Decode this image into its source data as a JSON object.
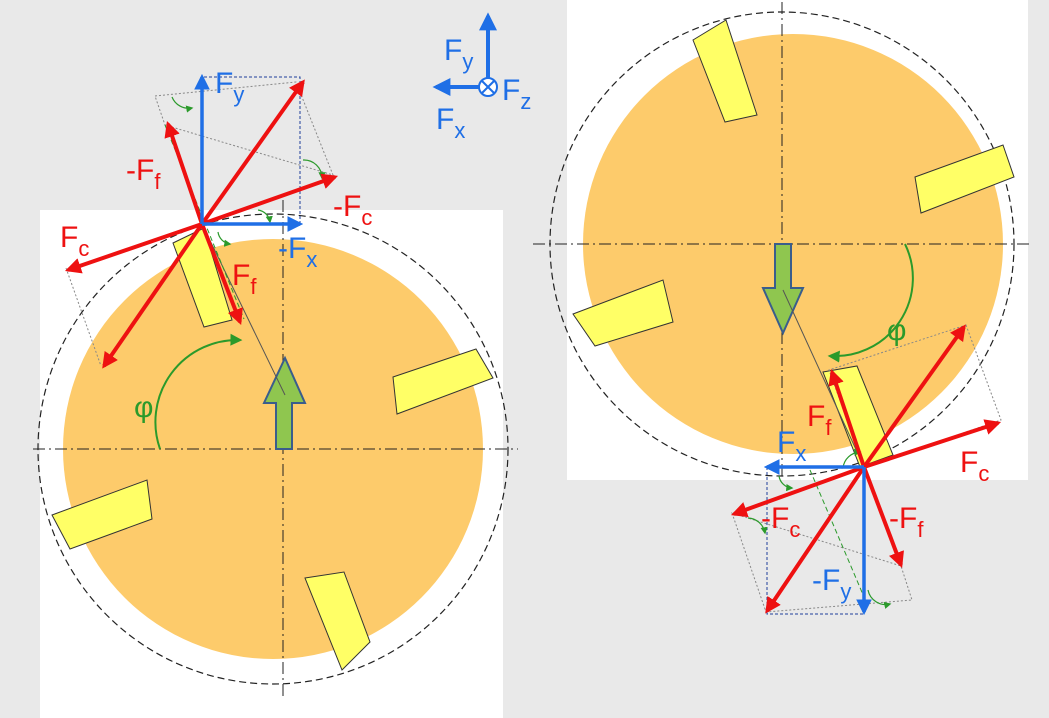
{
  "colors": {
    "background": "#e9e9e9",
    "panel": "#ffffff",
    "workpiece": "#fdcb6b",
    "insert": "#ffff66",
    "force_red": "#ee1111",
    "axis_blue": "#1f6fe6",
    "angle_green": "#2b9a2b",
    "feed_arrow": "#8fc64f"
  },
  "left_panel": {
    "vector_labels": {
      "fy": {
        "main": "F",
        "sub": "y"
      },
      "neg_ff": {
        "main": "-F",
        "sub": "f"
      },
      "neg_fc": {
        "main": "-F",
        "sub": "c"
      },
      "fc": {
        "main": "F",
        "sub": "c"
      },
      "neg_fx": {
        "main": "-F",
        "sub": "x"
      },
      "ff": {
        "main": "F",
        "sub": "f"
      }
    },
    "angle_symbol": "φ"
  },
  "right_panel": {
    "vector_labels": {
      "ff": {
        "main": "F",
        "sub": "f"
      },
      "fx": {
        "main": "F",
        "sub": "x"
      },
      "fc": {
        "main": "F",
        "sub": "c"
      },
      "neg_fc": {
        "main": "-F",
        "sub": "c"
      },
      "neg_ff": {
        "main": "-F",
        "sub": "f"
      },
      "neg_fy": {
        "main": "-F",
        "sub": "y"
      }
    },
    "angle_symbol": "φ"
  },
  "legend": {
    "fy": {
      "main": "F",
      "sub": "y"
    },
    "fx": {
      "main": "F",
      "sub": "x"
    },
    "fz": {
      "main": "F",
      "sub": "z"
    }
  }
}
